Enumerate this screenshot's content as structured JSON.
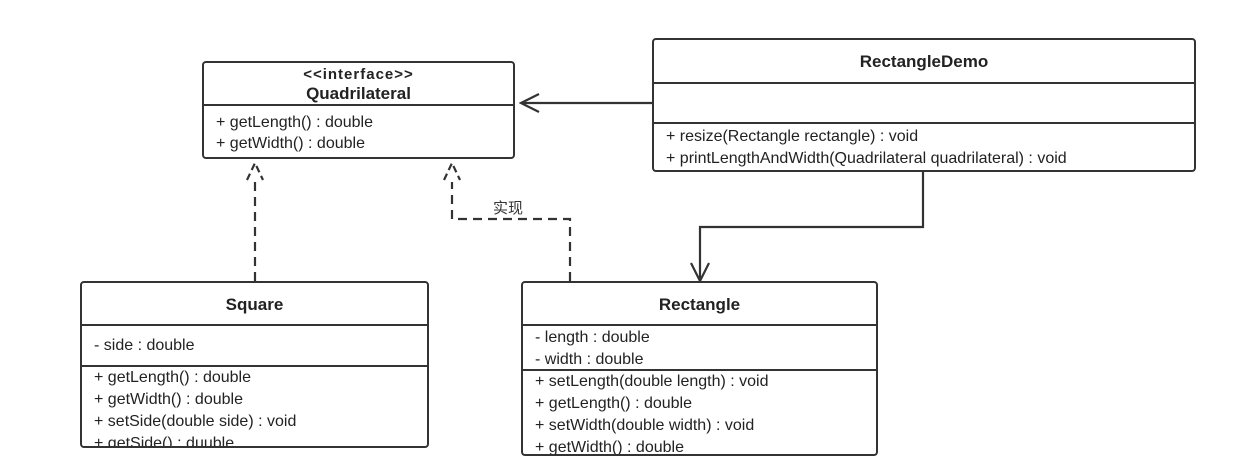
{
  "quadrilateral": {
    "stereotype": "<<interface>>",
    "name": "Quadrilateral",
    "methods": [
      "+ getLength()  :   double",
      "+ getWidth()  :    double"
    ]
  },
  "rectangle_demo": {
    "name": "RectangleDemo",
    "methods": [
      "+ resize(Rectangle rectangle) : void",
      "+ printLengthAndWidth(Quadrilateral quadrilateral) : void"
    ]
  },
  "square": {
    "name": "Square",
    "attributes": [
      "- side : double"
    ],
    "methods": [
      "+ getLength()  :   double",
      "+ getWidth()  :    double",
      "+ setSide(double side) : void",
      "+ getSide() : duuble"
    ]
  },
  "rectangle": {
    "name": "Rectangle",
    "attributes": [
      "- length :    double",
      "- width :    double"
    ],
    "methods": [
      "+ setLength(double length)  :  void",
      "+ getLength()  :  double",
      "+ setWidth(double  width) : void",
      "+ getWidth() :    double"
    ]
  },
  "realization_label": "实现",
  "colors": {
    "line": "#333333",
    "background": "#ffffff"
  }
}
